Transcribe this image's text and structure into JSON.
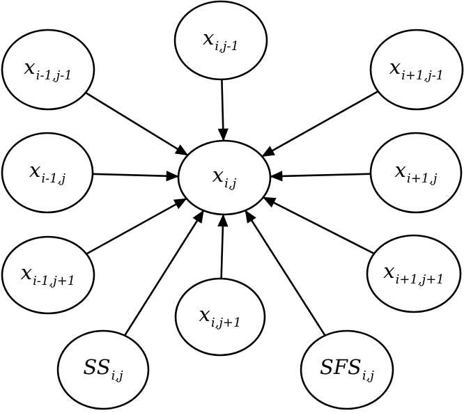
{
  "diagram": {
    "type": "directed-graph",
    "background_color": "#ffffff",
    "node_fill": "#ffffff",
    "node_stroke": "#000000",
    "edge_color": "#000000",
    "center_node_id": "x_ij",
    "nodes": [
      {
        "id": "x_im1_jm1",
        "base": "x",
        "sub": "i-1,j-1"
      },
      {
        "id": "x_i_jm1",
        "base": "x",
        "sub": "i,j-1"
      },
      {
        "id": "x_ip1_jm1",
        "base": "x",
        "sub": "i+1,j-1"
      },
      {
        "id": "x_im1_j",
        "base": "x",
        "sub": "i-1,j"
      },
      {
        "id": "x_ij",
        "base": "x",
        "sub": "i,j"
      },
      {
        "id": "x_ip1_j",
        "base": "x",
        "sub": "i+1,j"
      },
      {
        "id": "x_im1_jp1",
        "base": "x",
        "sub": "i-1,j+1"
      },
      {
        "id": "x_i_jp1",
        "base": "x",
        "sub": "i,j+1"
      },
      {
        "id": "x_ip1_jp1",
        "base": "x",
        "sub": "i+1,j+1"
      },
      {
        "id": "SS_ij",
        "base": "SS",
        "sub": "i,j"
      },
      {
        "id": "SFS_ij",
        "base": "SFS",
        "sub": "i,j"
      }
    ],
    "edges": [
      {
        "from": "x_im1_jm1",
        "to": "x_ij"
      },
      {
        "from": "x_i_jm1",
        "to": "x_ij"
      },
      {
        "from": "x_ip1_jm1",
        "to": "x_ij"
      },
      {
        "from": "x_im1_j",
        "to": "x_ij"
      },
      {
        "from": "x_ip1_j",
        "to": "x_ij"
      },
      {
        "from": "x_im1_jp1",
        "to": "x_ij"
      },
      {
        "from": "x_ip1_jp1",
        "to": "x_ij"
      },
      {
        "from": "x_i_jp1",
        "to": "x_ij"
      },
      {
        "from": "SS_ij",
        "to": "x_ij"
      },
      {
        "from": "SFS_ij",
        "to": "x_ij"
      }
    ]
  }
}
